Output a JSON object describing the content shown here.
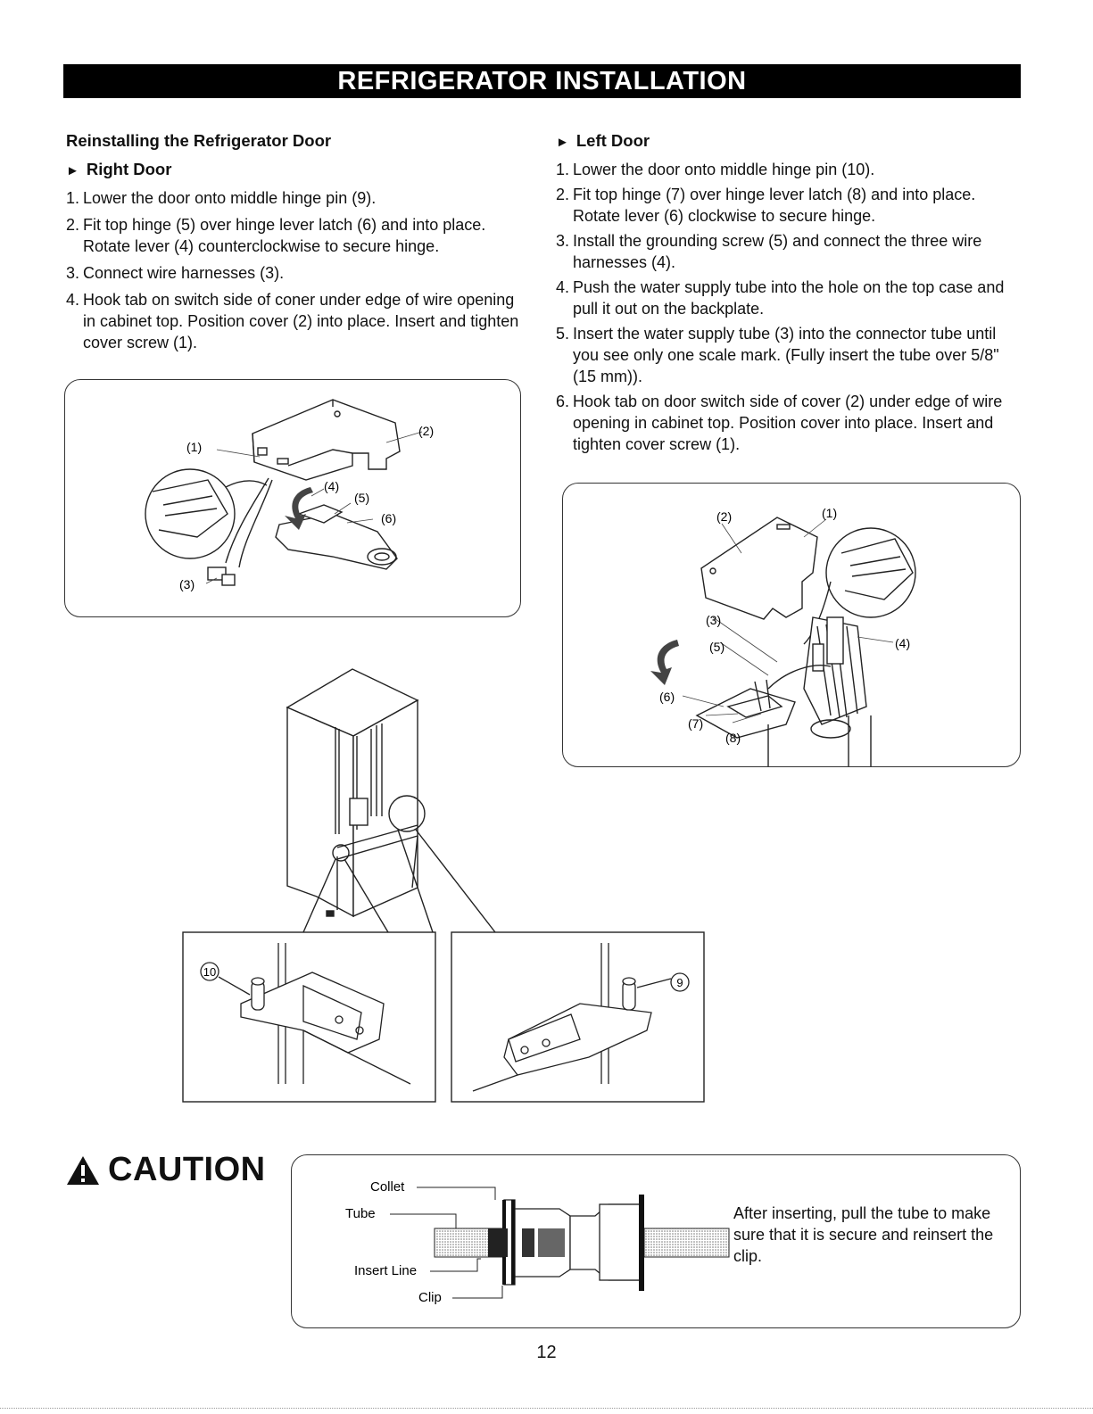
{
  "page": {
    "banner": "REFRIGERATOR INSTALLATION",
    "page_number": "12"
  },
  "left": {
    "heading": "Reinstalling the Refrigerator Door",
    "subheading": "Right Door",
    "steps": [
      {
        "num": "1.",
        "text": "Lower the door onto middle hinge pin (9)."
      },
      {
        "num": "2.",
        "text": "Fit top hinge (5) over hinge lever latch (6) and into place. Rotate lever (4) counterclockwise to secure hinge."
      },
      {
        "num": "3.",
        "text": "Connect wire harnesses (3)."
      },
      {
        "num": "4.",
        "text": "Hook tab on switch side of coner under edge of wire opening in cabinet top. Position cover (2) into place. Insert and tighten cover screw (1)."
      }
    ]
  },
  "right": {
    "subheading": "Left Door",
    "steps": [
      {
        "num": "1.",
        "text": "Lower the door onto middle hinge pin (10)."
      },
      {
        "num": "2.",
        "text": "Fit top hinge (7) over hinge lever latch (8) and into place. Rotate lever (6) clockwise to secure hinge."
      },
      {
        "num": "3.",
        "text": "Install the grounding screw (5) and connect the three wire harnesses (4)."
      },
      {
        "num": "4.",
        "text": "Push the water supply tube into the hole on the top case and pull it out on the backplate."
      },
      {
        "num": "5.",
        "text": "Insert the water supply tube (3) into the connector tube until you see only one scale mark. (Fully insert the tube over 5/8\" (15 mm))."
      },
      {
        "num": "6.",
        "text": "Hook tab on door switch side of cover (2) under edge of wire opening in cabinet top. Position cover into place. Insert and tighten cover screw (1)."
      }
    ]
  },
  "diagram_right_door": {
    "labels": {
      "l1": "(1)",
      "l2": "(2)",
      "l3": "(3)",
      "l4": "(4)",
      "l5": "(5)",
      "l6": "(6)"
    }
  },
  "diagram_left_door": {
    "labels": {
      "l1": "(1)",
      "l2": "(2)",
      "l3": "(3)",
      "l4": "(4)",
      "l5": "(5)",
      "l6": "(6)",
      "l7": "(7)",
      "l8": "(8)"
    }
  },
  "hinge_pins": {
    "pin_left": "10",
    "pin_right": "9"
  },
  "caution": {
    "title": "CAUTION",
    "labels": {
      "collet": "Collet",
      "tube": "Tube",
      "insert_line": "Insert Line",
      "clip": "Clip"
    },
    "text": "After inserting, pull the tube to make sure that it is secure and reinsert the clip."
  }
}
